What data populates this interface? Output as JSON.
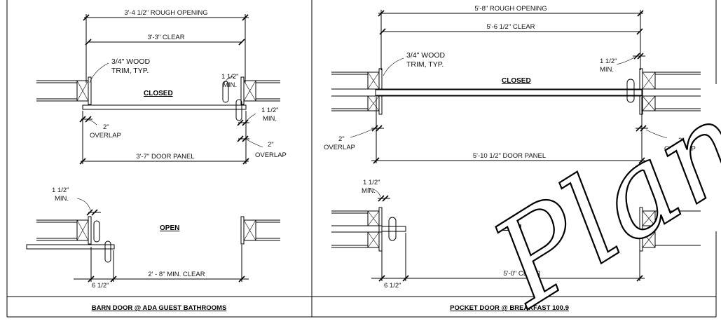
{
  "barn_door": {
    "closed": {
      "rough_opening": "3'-4 1/2\" ROUGH OPENING",
      "clear": "3'-3\" CLEAR",
      "trim_note_line1": "3/4\" WOOD",
      "trim_note_line2": "TRIM, TYP.",
      "state_label": "CLOSED",
      "min_top_1": "1 1/2\"",
      "min_top_2": "MIN.",
      "min_right_1": "1 1/2\"",
      "min_right_2": "MIN.",
      "overlap_left_1": "2\"",
      "overlap_left_2": "OVERLAP",
      "overlap_right_1": "2\"",
      "overlap_right_2": "OVERLAP",
      "door_panel": "3'-7\"  DOOR PANEL"
    },
    "open": {
      "min_1": "1 1/2\"",
      "min_2": "MIN.",
      "state_label": "OPEN",
      "dim_small": "6 1/2\"",
      "min_clear": "2' - 8\" MIN. CLEAR"
    },
    "title": "BARN DOOR @ ADA GUEST BATHROOMS"
  },
  "pocket_door": {
    "closed": {
      "rough_opening": "5'-8\" ROUGH OPENING",
      "clear": "5'-6 1/2\" CLEAR",
      "trim_note_line1": "3/4\" WOOD",
      "trim_note_line2": "TRIM, TYP.",
      "min_1": "1 1/2\"",
      "min_2": "MIN.",
      "state_label": "CLOSED",
      "overlap_left_1": "2\"",
      "overlap_left_2": "OVERLAP",
      "overlap_right_1": "2\"",
      "overlap_right_2": "OVERLAP",
      "door_panel": "5'-10 1/2\" DOOR PANEL"
    },
    "open": {
      "min_1": "1 1/2\"",
      "min_2": "MIN.",
      "state_label": "OPEN",
      "dim_small": "6 1/2\"",
      "clear": "5'-0\" CLEAR"
    },
    "title": "POCKET DOOR @ BREAKFAST 100.9"
  },
  "watermark": "Plans"
}
